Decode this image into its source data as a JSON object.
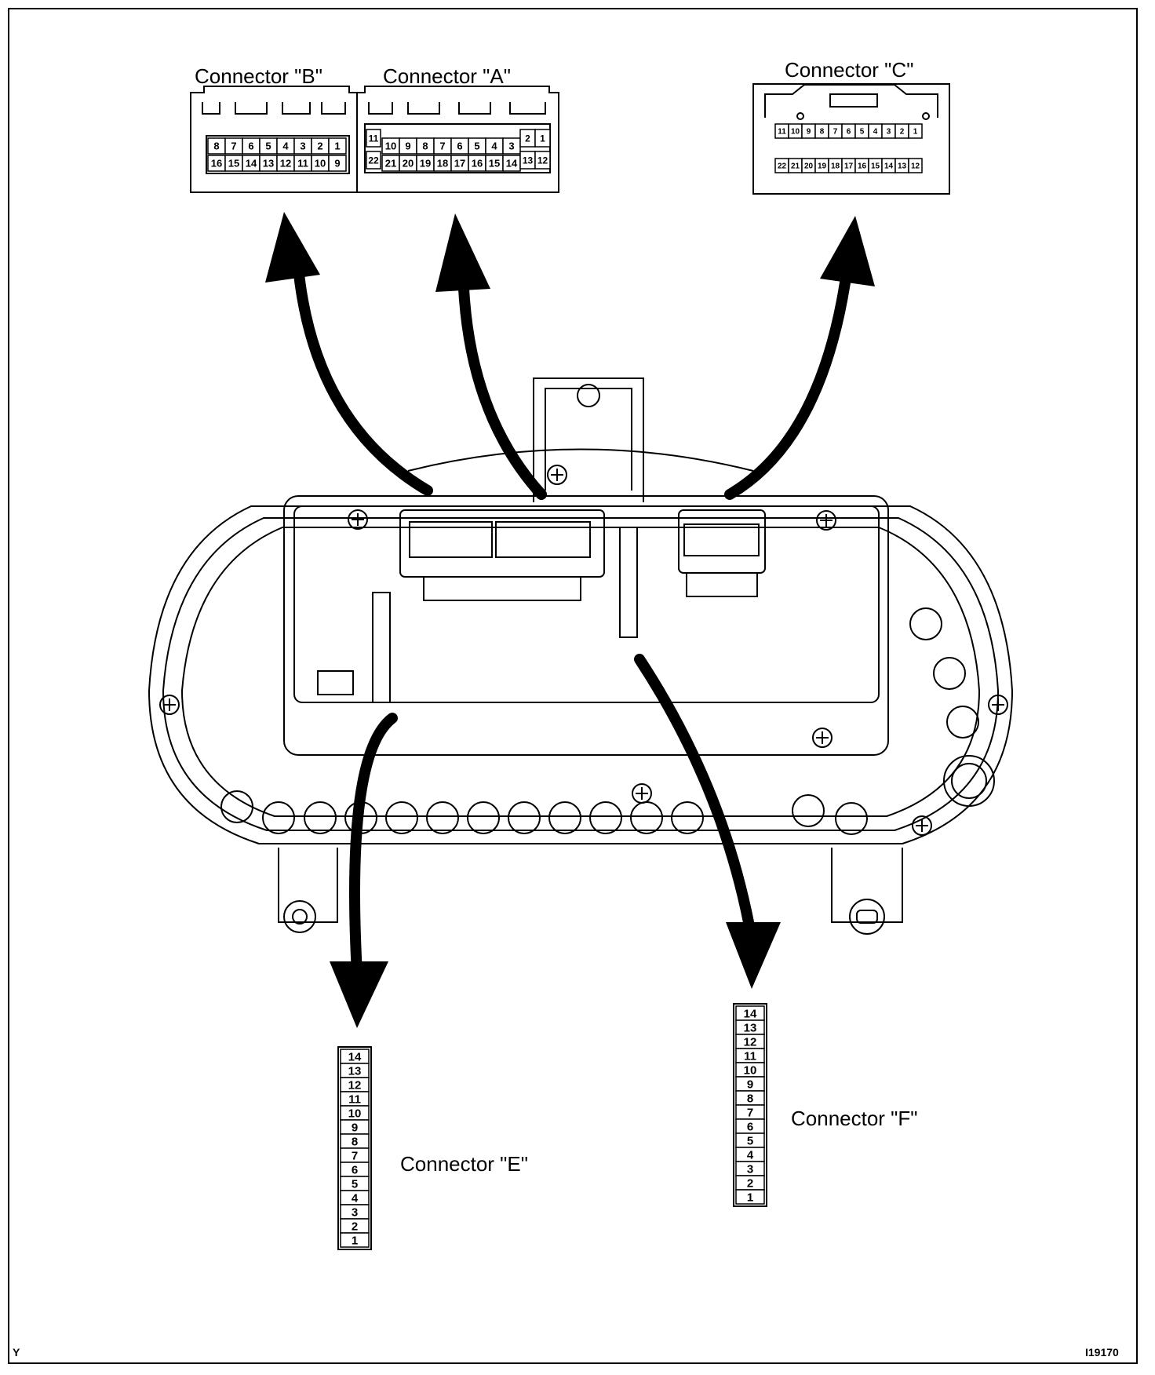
{
  "connectors": {
    "A": {
      "label": "Connector \"A\"",
      "row_top": [
        "10",
        "9",
        "8",
        "7",
        "6",
        "5",
        "4",
        "3"
      ],
      "row_bottom": [
        "21",
        "20",
        "19",
        "18",
        "17",
        "16",
        "15",
        "14"
      ],
      "left_top": "11",
      "left_bottom": "22",
      "right_top": [
        "2",
        "1"
      ],
      "right_bottom": [
        "13",
        "12"
      ]
    },
    "B": {
      "label": "Connector \"B\"",
      "row_top": [
        "8",
        "7",
        "6",
        "5",
        "4",
        "3",
        "2",
        "1"
      ],
      "row_bottom": [
        "16",
        "15",
        "14",
        "13",
        "12",
        "11",
        "10",
        "9"
      ]
    },
    "C": {
      "label": "Connector \"C\"",
      "row_top": [
        "11",
        "10",
        "9",
        "8",
        "7",
        "6",
        "5",
        "4",
        "3",
        "2",
        "1"
      ],
      "row_bottom": [
        "22",
        "21",
        "20",
        "19",
        "18",
        "17",
        "16",
        "15",
        "14",
        "13",
        "12"
      ]
    },
    "E": {
      "label": "Connector \"E\"",
      "pins": [
        "14",
        "13",
        "12",
        "11",
        "10",
        "9",
        "8",
        "7",
        "6",
        "5",
        "4",
        "3",
        "2",
        "1"
      ]
    },
    "F": {
      "label": "Connector \"F\"",
      "pins": [
        "14",
        "13",
        "12",
        "11",
        "10",
        "9",
        "8",
        "7",
        "6",
        "5",
        "4",
        "3",
        "2",
        "1"
      ]
    }
  },
  "corner_left": "Y",
  "corner_right": "I19170"
}
